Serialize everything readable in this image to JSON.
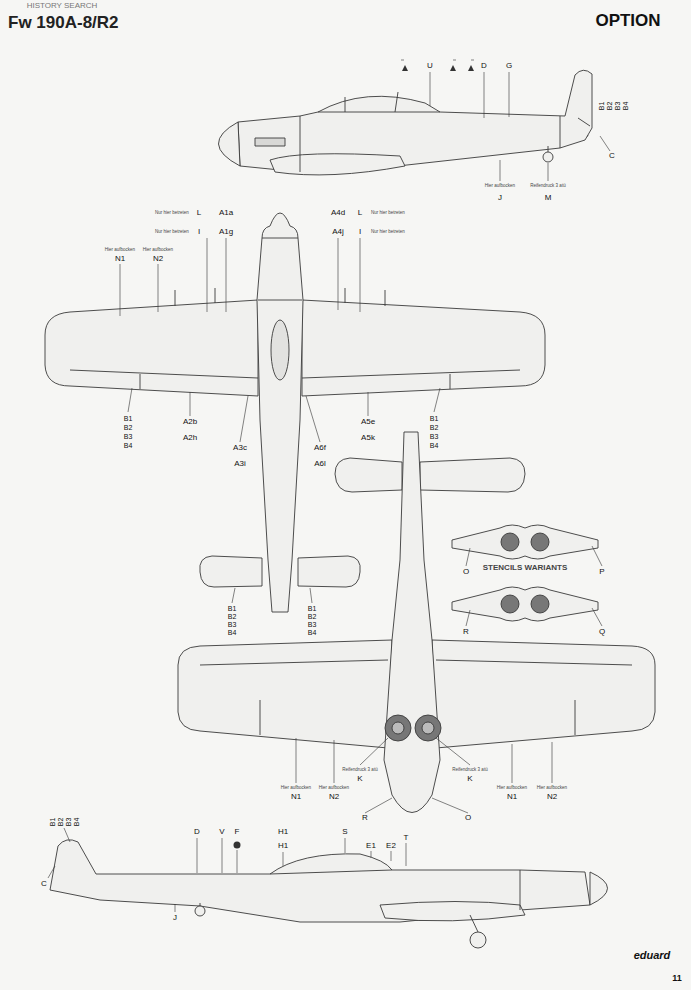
{
  "diagram": {
    "title": "Fw 190A-8/R2",
    "labels": [
      "HISTORY SEARCH",
      "OPTION",
      "U",
      "D",
      "G",
      "B1",
      "B2",
      "B3",
      "B4",
      "C",
      "Hier aufbocken",
      "J",
      "Reifendruck 3 atü",
      "M",
      "Nur hier betreten",
      "L",
      "A1a",
      "A4d",
      "L",
      "Nur hier betreten",
      "Nur hier betreten",
      "I",
      "A1g",
      "A4j",
      "I",
      "Nur hier betreten",
      "Hier aufbocken",
      "Hier aufbocken",
      "N1",
      "N2",
      "B1",
      "B2",
      "B3",
      "B4",
      "A2b",
      "A2h",
      "A3c",
      "A3i",
      "A6f",
      "A6l",
      "A5e",
      "A5k",
      "B1",
      "B2",
      "B3",
      "B4",
      "B1",
      "B2",
      "B3",
      "B4",
      "B1",
      "B2",
      "B3",
      "B4",
      "STENCILS WARIANTS",
      "O",
      "P",
      "R",
      "Q",
      "Hier aufbocken",
      "Hier aufbocken",
      "N1",
      "N2",
      "Reifendruck 3 atü",
      "K",
      "R",
      "Reifendruck 3 atü",
      "K",
      "O",
      "Hier aufbocken",
      "Hier aufbocken",
      "N1",
      "N2",
      "B1",
      "B2",
      "B3",
      "B4",
      "C",
      "D",
      "V",
      "F",
      "H1",
      "H1",
      "S",
      "E1",
      "E2",
      "T",
      "J",
      "eduard",
      "11"
    ]
  }
}
